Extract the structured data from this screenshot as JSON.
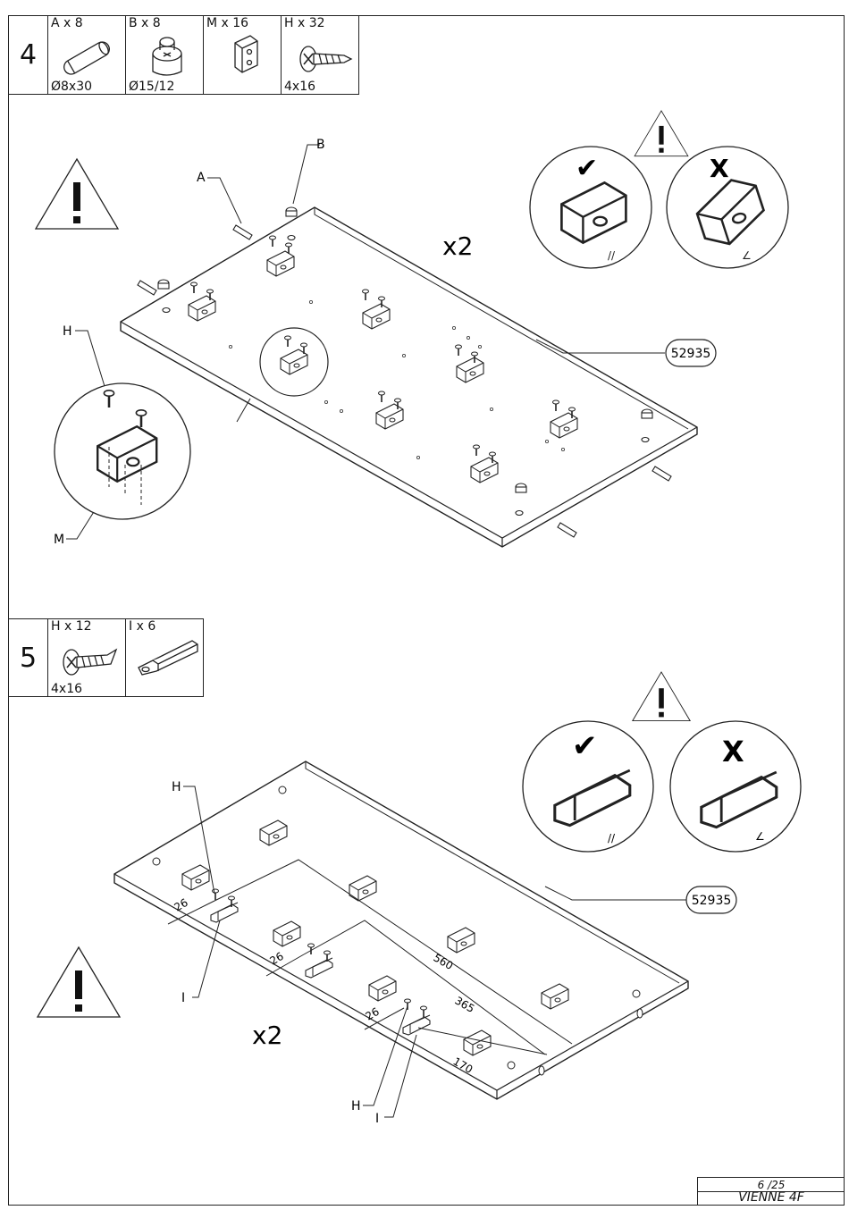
{
  "page": {
    "number": "6 /25",
    "product": "VIENNE 4F"
  },
  "step4": {
    "number": "4",
    "parts": [
      {
        "label": "A x 8",
        "size": "Ø8x30",
        "icon": "dowel-icon"
      },
      {
        "label": "B x 8",
        "size": "Ø15/12",
        "icon": "cam-lock-icon"
      },
      {
        "label": "M x 16",
        "size": "",
        "icon": "bracket-icon"
      },
      {
        "label": "H x 32",
        "size": "4x16",
        "icon": "screw-icon"
      }
    ],
    "multiplier": "x2",
    "panel_code": "52935",
    "callouts": {
      "a": "A",
      "b": "B",
      "h": "H",
      "m": "M"
    },
    "correct_mark": "✔",
    "wrong_mark": "X"
  },
  "step5": {
    "number": "5",
    "parts": [
      {
        "label": "H x 12",
        "size": "4x16",
        "icon": "screw-icon"
      },
      {
        "label": "I x 6",
        "size": "",
        "icon": "magnet-catch-icon"
      }
    ],
    "multiplier": "x2",
    "panel_code": "52935",
    "callouts": {
      "h_top": "H",
      "i_left": "I",
      "h_bottom": "H",
      "i_bottom": "I"
    },
    "dimensions": [
      "26",
      "26",
      "26",
      "560",
      "365",
      "170"
    ],
    "correct_mark": "✔",
    "wrong_mark": "X"
  },
  "warning_symbol": "!"
}
